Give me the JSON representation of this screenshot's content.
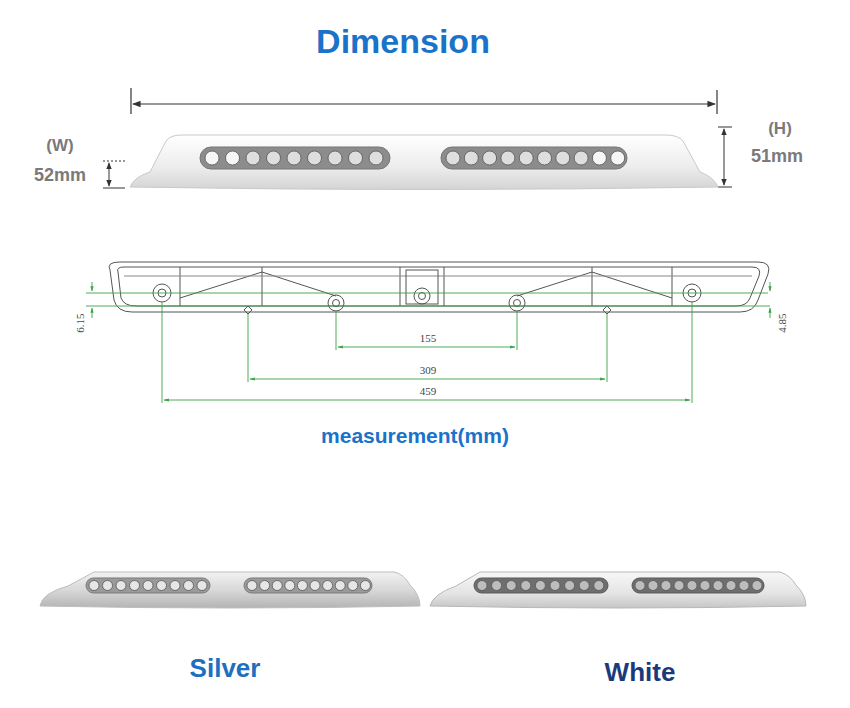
{
  "diagram": {
    "title": "Dimension",
    "labels": [
      "(W)",
      "52mm",
      "(H)",
      "51mm",
      "6.15",
      "4.85",
      "155",
      "309",
      "459",
      "measurement(mm)",
      "Silver",
      "White"
    ]
  }
}
